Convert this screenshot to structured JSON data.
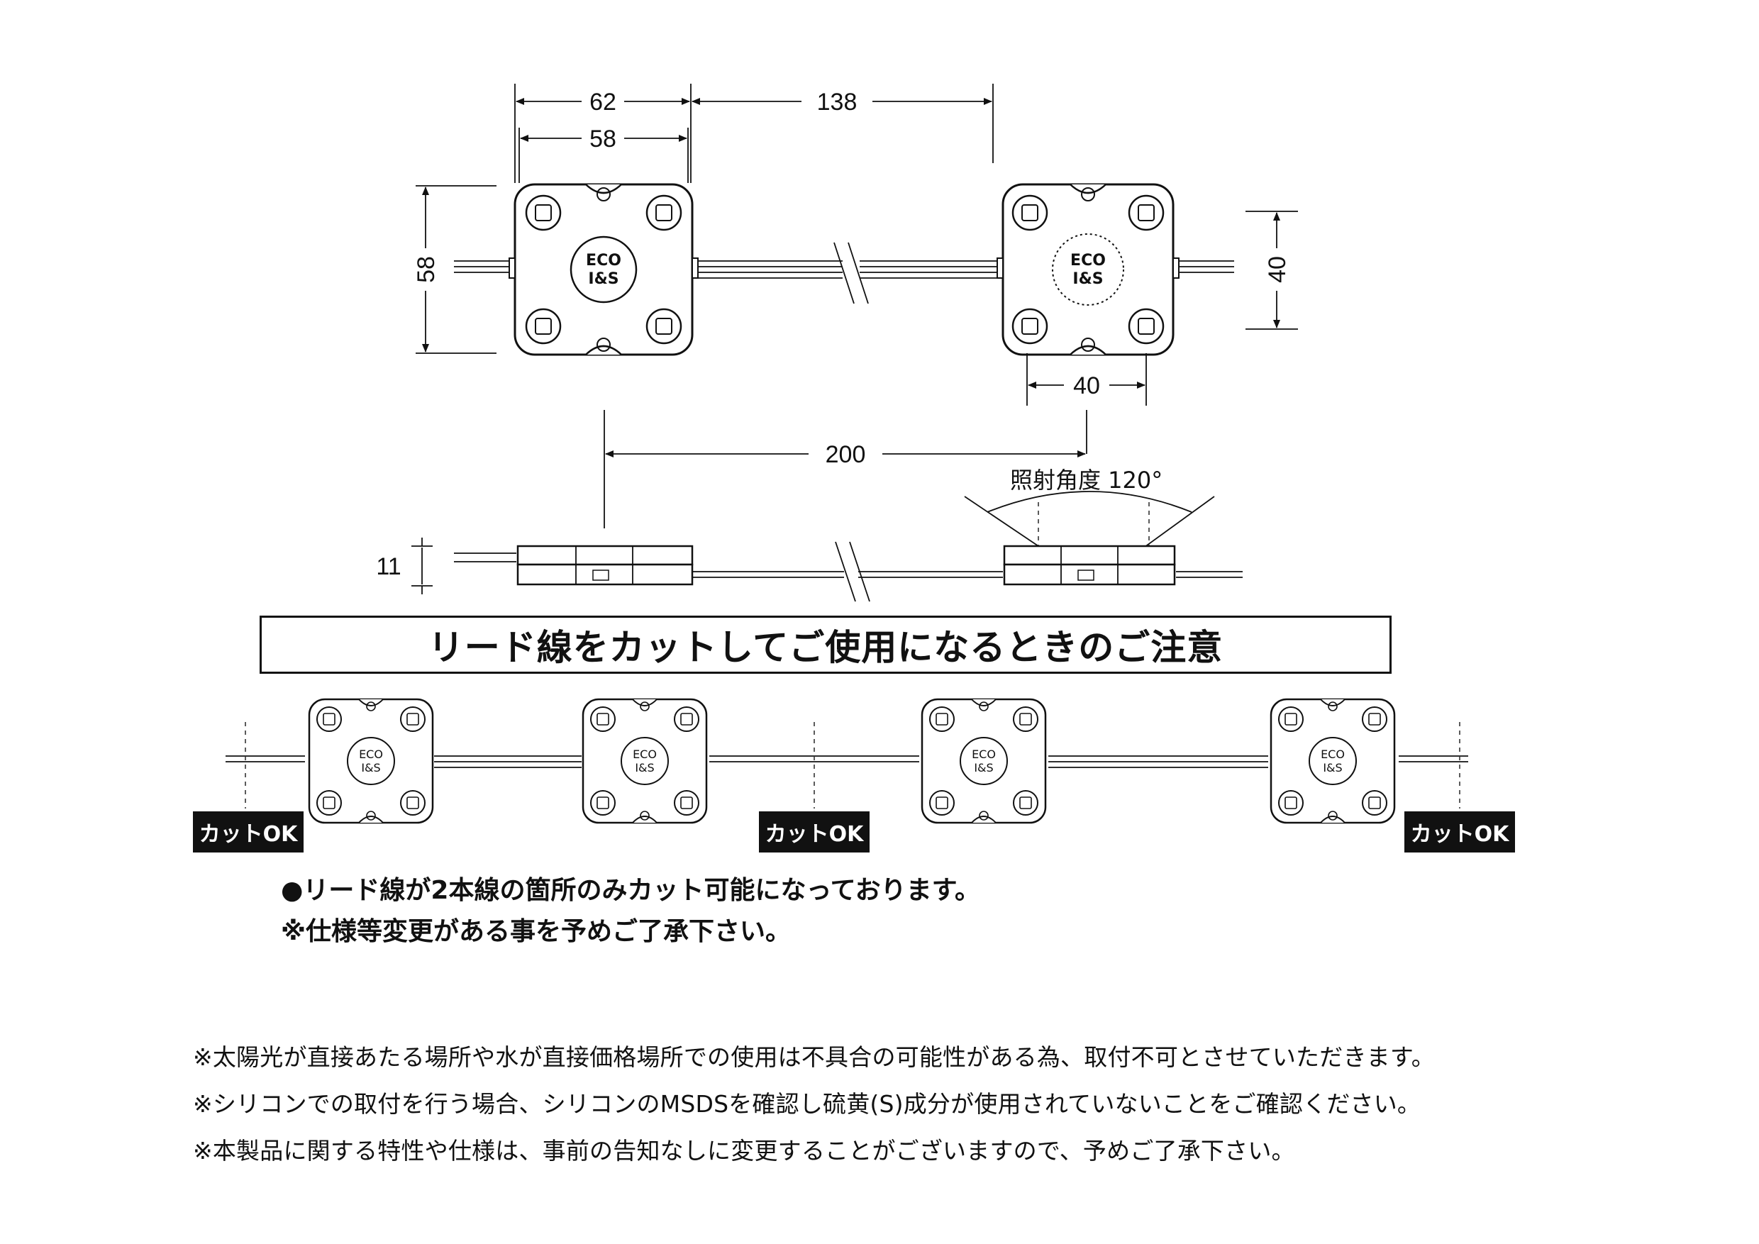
{
  "dimensions": {
    "module_width_outer": "62",
    "module_width_inner": "58",
    "module_spacing": "138",
    "module_height": "58",
    "lens_height": "40",
    "lens_width": "40",
    "pitch": "200",
    "thickness": "11"
  },
  "module_logo": {
    "line1": "ECO",
    "line2": "I&S"
  },
  "beam_angle_label": "照射角度 120°",
  "notice_title": "リード線をカットしてご使用になるときのご注意",
  "cut_label": "カットOK",
  "notes": [
    "●リード線が2本線の箇所のみカット可能になっております。",
    "※仕様等変更がある事を予めご了承下さい。"
  ],
  "footer_notes": [
    "※太陽光が直接あたる場所や水が直接価格場所での使用は不具合の可能性がある為、取付不可とさせていただきます。",
    "※シリコンでの取付を行う場合、シリコンのMSDSを確認し硫黄(S)成分が使用されていないことをご確認ください。",
    "※本製品に関する特性や仕様は、事前の告知なしに変更することがございますので、予めご了承下さい。"
  ]
}
